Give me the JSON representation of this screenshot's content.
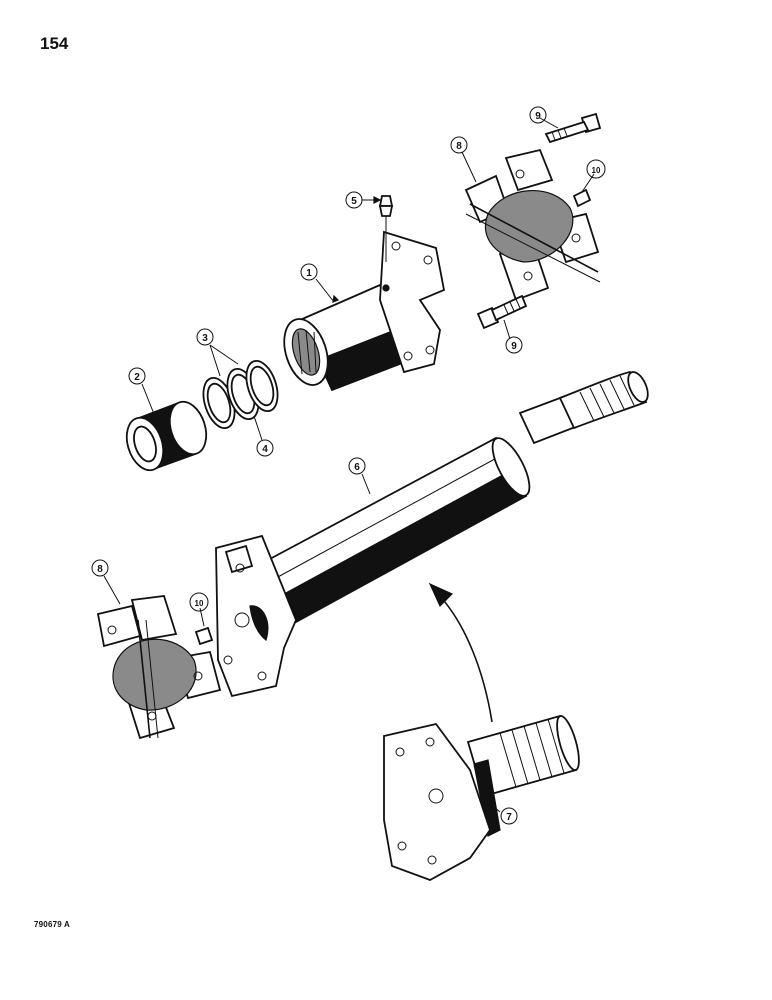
{
  "page": {
    "number": "154",
    "drawing_code": "790679 A"
  },
  "callouts": [
    {
      "id": "c1",
      "label": "1"
    },
    {
      "id": "c2",
      "label": "2"
    },
    {
      "id": "c3",
      "label": "3"
    },
    {
      "id": "c4",
      "label": "4"
    },
    {
      "id": "c5",
      "label": "5"
    },
    {
      "id": "c6",
      "label": "6"
    },
    {
      "id": "c7",
      "label": "7"
    },
    {
      "id": "c8a",
      "label": "8"
    },
    {
      "id": "c8b",
      "label": "8"
    },
    {
      "id": "c9a",
      "label": "9"
    },
    {
      "id": "c9b",
      "label": "9"
    },
    {
      "id": "c10a",
      "label": "10"
    },
    {
      "id": "c10b",
      "label": "10"
    }
  ],
  "colors": {
    "ink": "#111111",
    "paper": "#ffffff",
    "shade": "#8a8a8a"
  }
}
